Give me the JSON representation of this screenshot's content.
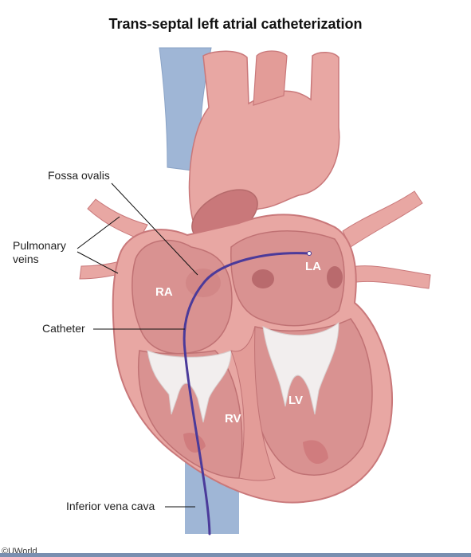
{
  "title": "Trans-septal left atrial catheterization",
  "labels": {
    "fossa_ovalis": "Fossa ovalis",
    "pulmonary_veins_line1": "Pulmonary",
    "pulmonary_veins_line2": "veins",
    "catheter": "Catheter",
    "inferior_vena_cava": "Inferior vena cava",
    "ra": "RA",
    "la": "LA",
    "rv": "RV",
    "lv": "LV"
  },
  "copyright": "©UWorld",
  "colors": {
    "vena_cava_blue": "#9fb6d6",
    "heart_pink": "#e8a7a3",
    "heart_dark": "#c9787a",
    "chamber_inner": "#d99291",
    "valve_white": "#f2eeee",
    "catheter_purple": "#4b3a9a"
  }
}
